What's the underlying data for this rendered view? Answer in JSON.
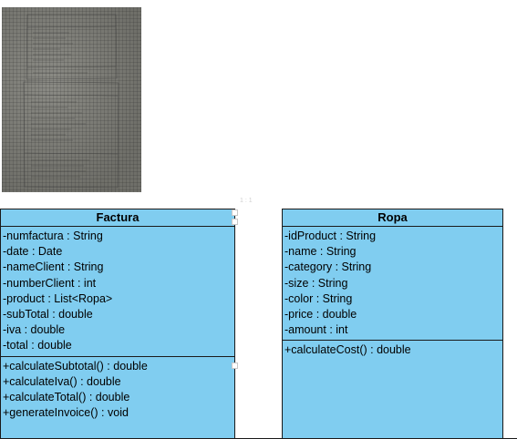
{
  "photo": {
    "icon": "handwritten-uml-sketch"
  },
  "faint_label": "1 : 1",
  "factura": {
    "name": "Factura",
    "attributes": [
      "-numfactura : String",
      "-date : Date",
      "-nameClient : String",
      "-numberClient : int",
      "-product : List<Ropa>",
      "-subTotal : double",
      "-iva : double",
      "-total : double"
    ],
    "methods": [
      "+calculateSubtotal() : double",
      "+calculateIva() : double",
      "+calculateTotal() : double",
      "+generateInvoice() : void"
    ]
  },
  "ropa": {
    "name": "Ropa",
    "attributes": [
      "-idProduct : String",
      "-name : String",
      "-category : String",
      "-size : String",
      "-color : String",
      "-price : double",
      "-amount : int"
    ],
    "methods": [
      "+calculateCost() : double"
    ]
  },
  "colors": {
    "class_fill": "#80cdf0",
    "border": "#1a1a1a"
  }
}
